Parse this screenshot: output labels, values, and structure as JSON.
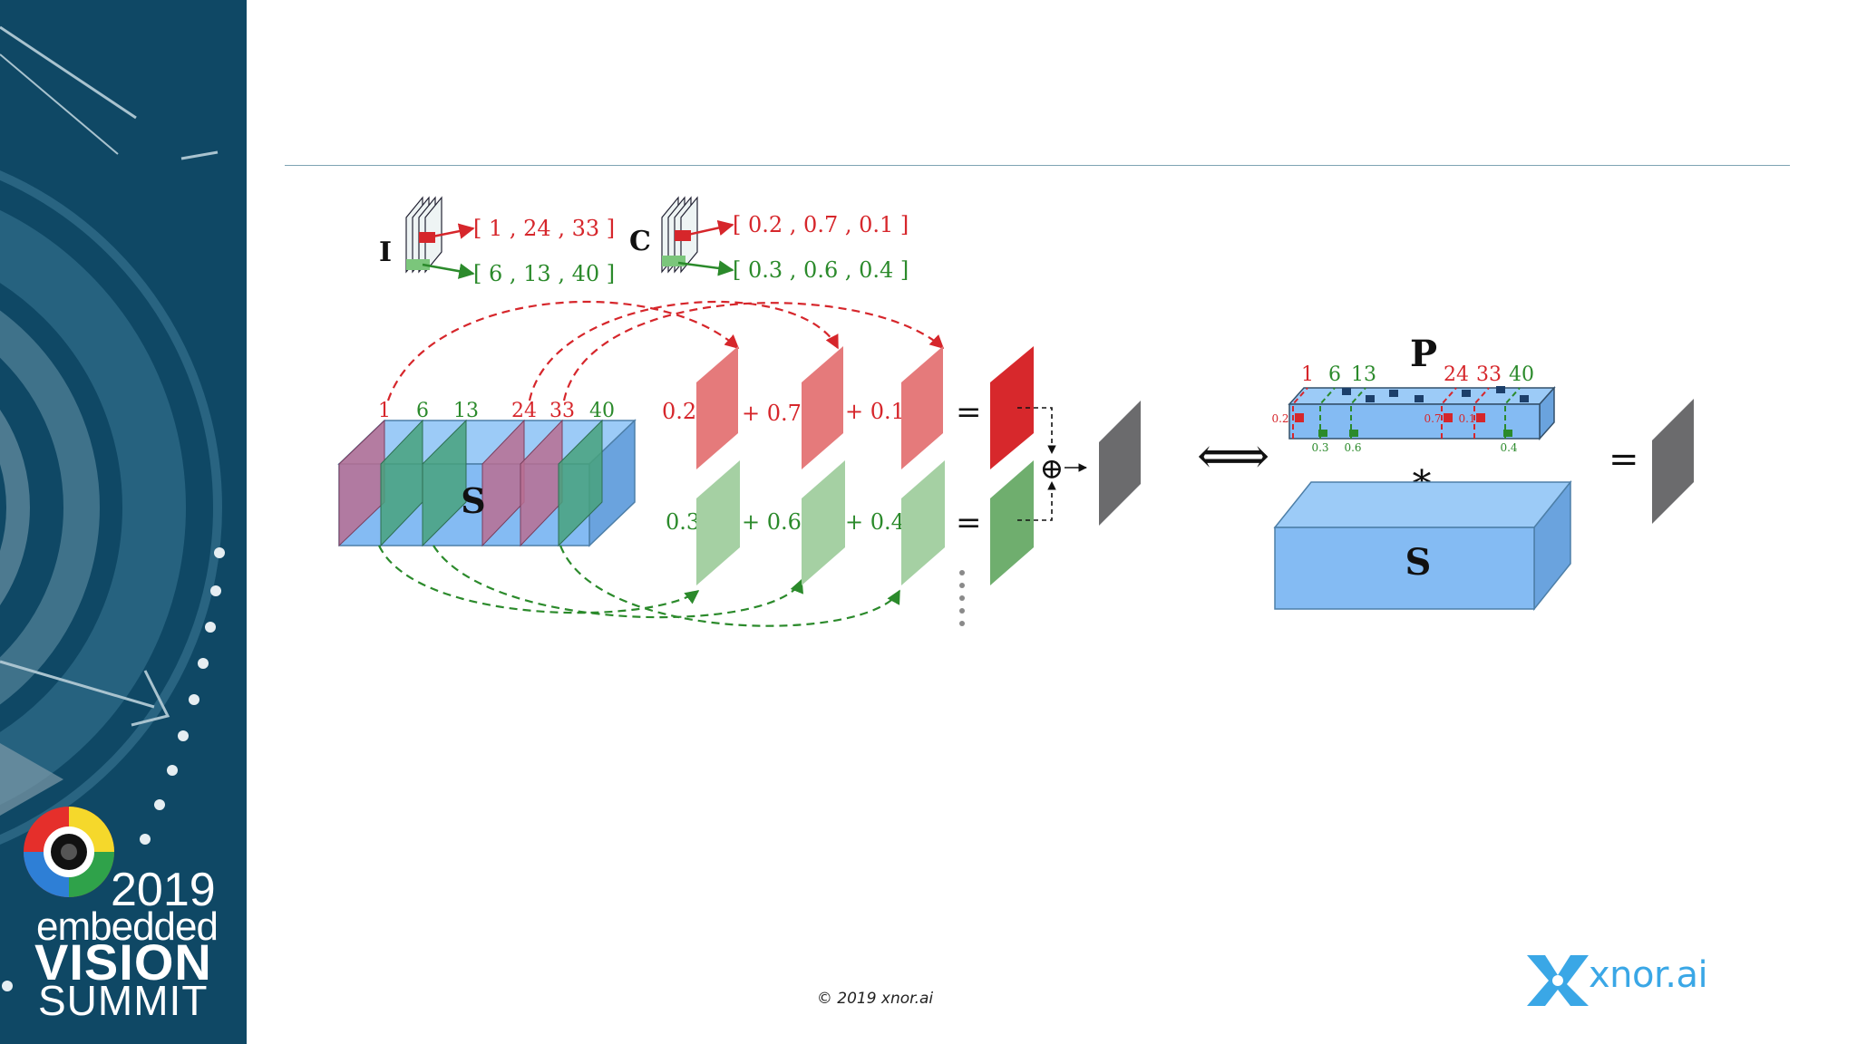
{
  "colors": {
    "sidebar_bg": "#0f4865",
    "red": "#d6262b",
    "green": "#2b8a2b",
    "blue_face": "#84bbf3",
    "gray_output": "#6b6b6d",
    "rule": "#7ea3b3",
    "xnor_blue": "#3aa7e6"
  },
  "branding": {
    "year": "2019",
    "line1": "embedded",
    "line2": "VISION",
    "line3": "SUMMIT",
    "xnor_logo_text": "xnor.ai",
    "copyright": "© 2019 xnor.ai"
  },
  "legend": {
    "index_tensor_label": "I",
    "coeff_tensor_label": "C",
    "index_red": "[ 1 , 24 , 33 ]",
    "index_green": "[ 6 , 13 , 40 ]",
    "coeff_red": "[ 0.2 , 0.7 , 0.1 ]",
    "coeff_green": "[ 0.3 , 0.6 , 0.4 ]"
  },
  "left_block": {
    "label": "S",
    "slice_indices": [
      {
        "text": "1",
        "color": "red"
      },
      {
        "text": "6",
        "color": "green"
      },
      {
        "text": "13",
        "color": "green"
      },
      {
        "text": "24",
        "color": "red"
      },
      {
        "text": "33",
        "color": "red"
      },
      {
        "text": "40",
        "color": "green"
      }
    ]
  },
  "equations": {
    "row1": {
      "c1": "0.2",
      "c2": "+ 0.7",
      "c3": "+ 0.1",
      "eq": "="
    },
    "row2": {
      "c1": "0.3",
      "c2": "+ 0.6",
      "c3": "+ 0.4",
      "eq": "="
    },
    "sum_symbol": "⊕",
    "equivalence_symbol": "⟺"
  },
  "right_block": {
    "p_label": "P",
    "s_label": "S",
    "conv_symbol": "∗",
    "equals": "=",
    "top_indices": [
      {
        "text": "1",
        "color": "red"
      },
      {
        "text": "6",
        "color": "green"
      },
      {
        "text": "13",
        "color": "green"
      },
      {
        "text": "24",
        "color": "red"
      },
      {
        "text": "33",
        "color": "red"
      },
      {
        "text": "40",
        "color": "green"
      }
    ],
    "red_coeffs": [
      "0.2",
      "0.7",
      "0.1"
    ],
    "green_coeffs": [
      "0.3",
      "0.6",
      "0.4"
    ]
  }
}
